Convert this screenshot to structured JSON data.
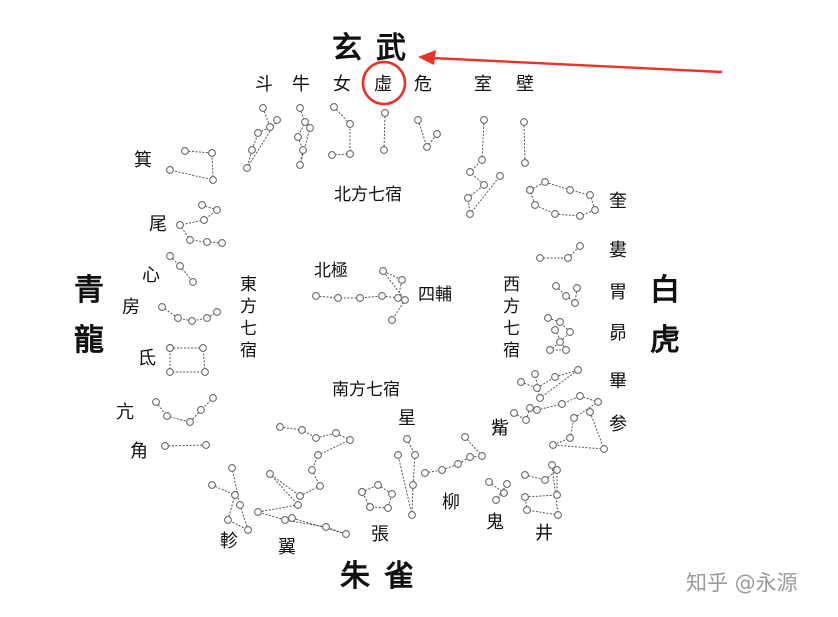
{
  "directions": {
    "north_title": "玄武",
    "west_title": "白虎",
    "south_title": "朱雀",
    "east_title": "青龍"
  },
  "center_labels": {
    "north": "北方七宿",
    "south": "南方七宿",
    "east": "東方七宿",
    "west": "西方七宿",
    "beiji": "北極",
    "sifu": "四輔"
  },
  "mansions": {
    "north": [
      "斗",
      "牛",
      "女",
      "虛",
      "危",
      "室",
      "壁"
    ],
    "west": [
      "奎",
      "婁",
      "胃",
      "昴",
      "畢",
      "参",
      "觜"
    ],
    "south": [
      "井",
      "鬼",
      "柳",
      "星",
      "張",
      "翼",
      "軫"
    ],
    "east": [
      "角",
      "亢",
      "氐",
      "房",
      "心",
      "尾",
      "箕"
    ]
  },
  "highlight": {
    "target": "虛",
    "color": "#e8322a"
  },
  "watermark": "知乎 @永源"
}
